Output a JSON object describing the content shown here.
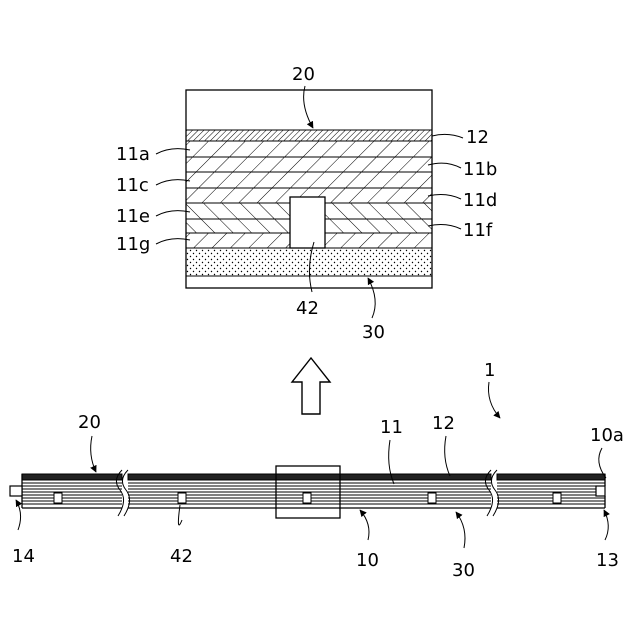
{
  "labels": {
    "top_20": "20",
    "l12": "12",
    "l11a": "11a",
    "l11b": "11b",
    "l11c": "11c",
    "l11d": "11d",
    "l11e": "11e",
    "l11f": "11f",
    "l11g": "11g",
    "l42_top": "42",
    "l30_top": "30",
    "l1": "1",
    "b20": "20",
    "b11": "11",
    "b12": "12",
    "b10a": "10a",
    "b14": "14",
    "b42": "42",
    "b10": "10",
    "b30": "30",
    "b13": "13"
  }
}
